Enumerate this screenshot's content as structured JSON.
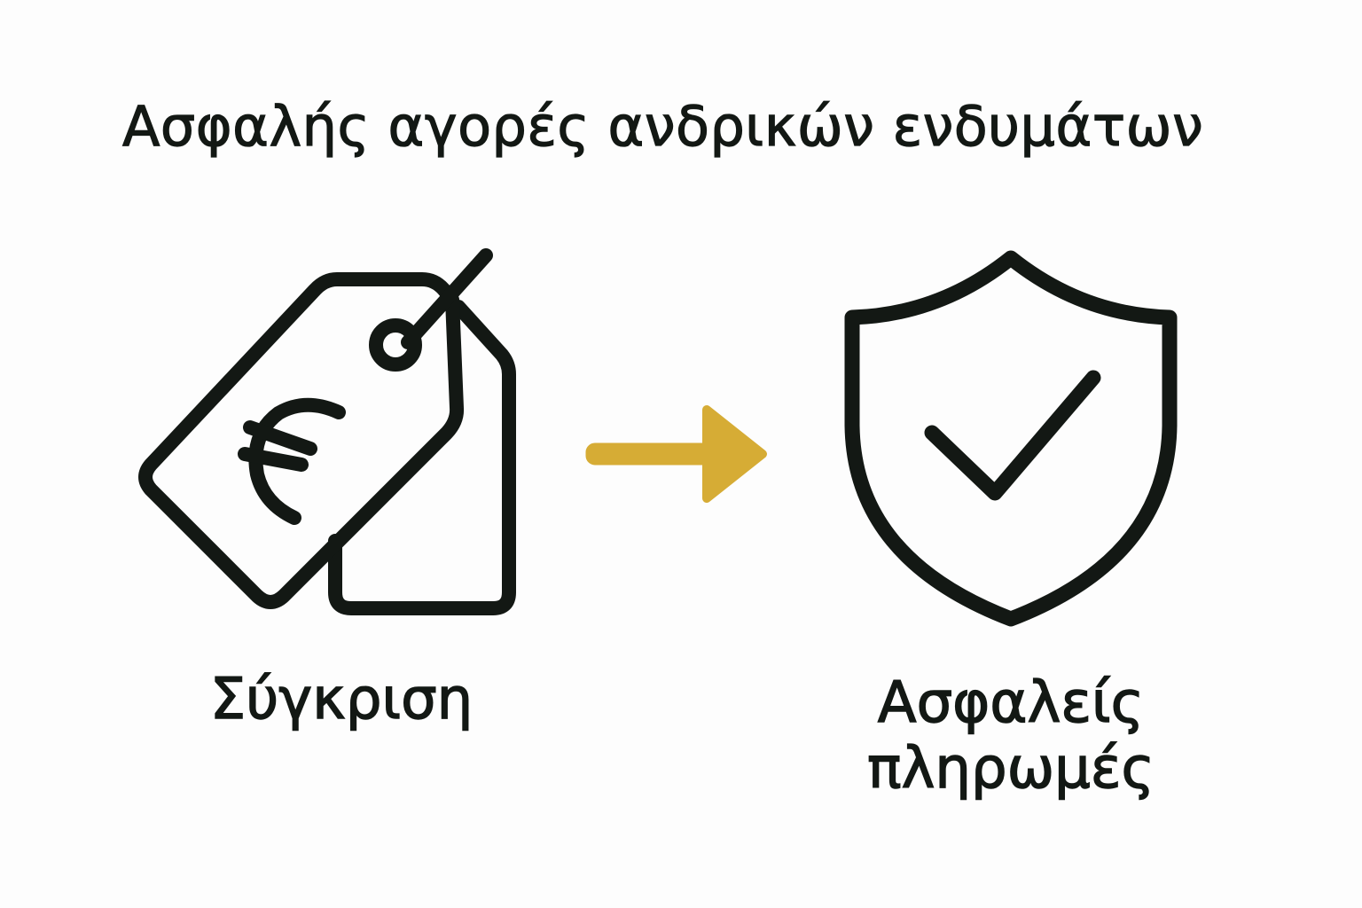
{
  "title": "Ασφαλής αγορές ανδρικών ενδυμάτων",
  "colors": {
    "background": "#fdfdfd",
    "ink": "#131814",
    "accent": "#d6ac35"
  },
  "steps": [
    {
      "icon": "price-tag-euro-icon",
      "label": "Σύγκριση"
    },
    {
      "icon": "shield-check-icon",
      "label_line1": "Ασφαλείς",
      "label_line2": "πληρωμές"
    }
  ],
  "connector": {
    "icon": "arrow-right-icon"
  }
}
